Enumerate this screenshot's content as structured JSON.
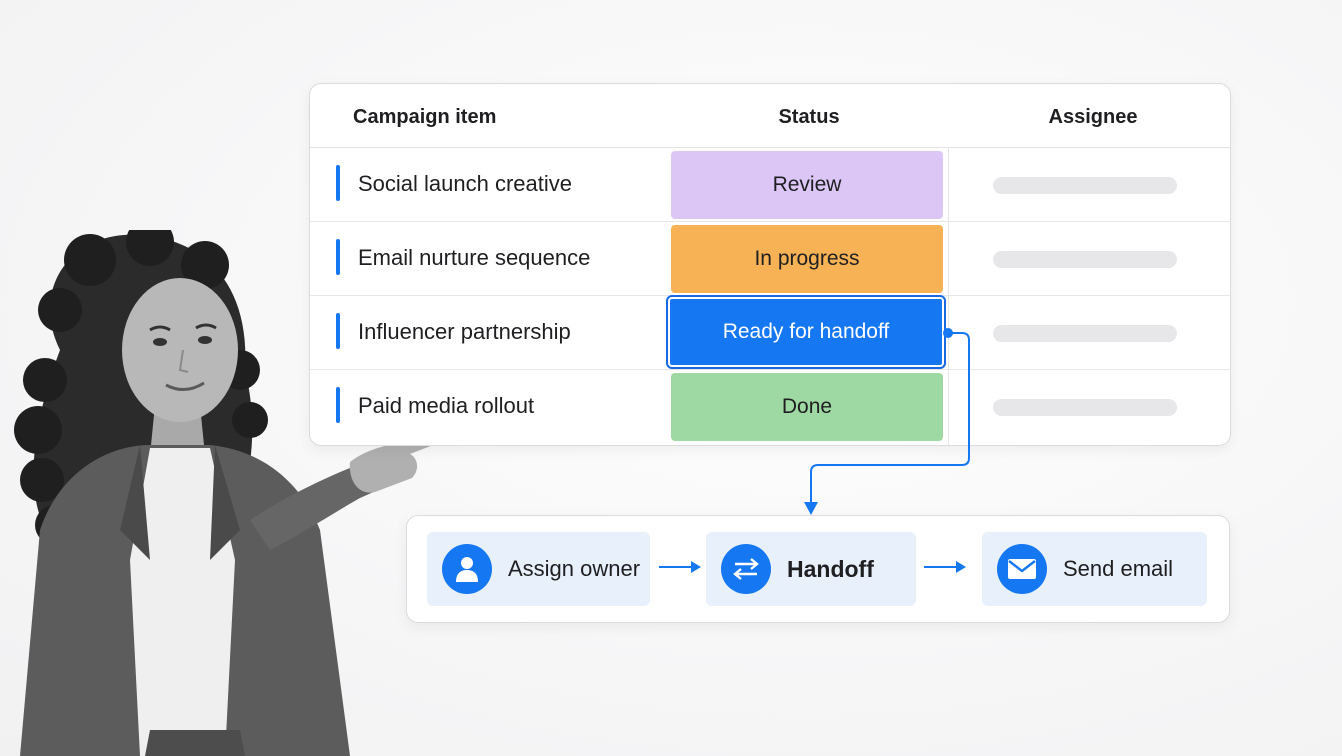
{
  "table": {
    "headers": {
      "item": "Campaign item",
      "status": "Status",
      "assignee": "Assignee"
    },
    "rows": [
      {
        "name": "Social launch creative",
        "status": "Review",
        "status_color": "#dcc6f6",
        "selected": false
      },
      {
        "name": "Email nurture sequence",
        "status": "In progress",
        "status_color": "#f7b255",
        "selected": false
      },
      {
        "name": "Influencer partnership",
        "status": "Ready for handoff",
        "status_color": "#1677f2",
        "selected": true
      },
      {
        "name": "Paid media rollout",
        "status": "Done",
        "status_color": "#9ed8a3",
        "selected": false
      }
    ]
  },
  "workflow": {
    "steps": [
      {
        "label": "Assign owner",
        "icon": "person-icon"
      },
      {
        "label": "Handoff",
        "icon": "swap-arrows-icon"
      },
      {
        "label": "Send email",
        "icon": "envelope-icon"
      }
    ]
  },
  "colors": {
    "accent": "#1677f2",
    "step_background": "#e8f0fc",
    "placeholder_bar": "#e7e7ea"
  }
}
